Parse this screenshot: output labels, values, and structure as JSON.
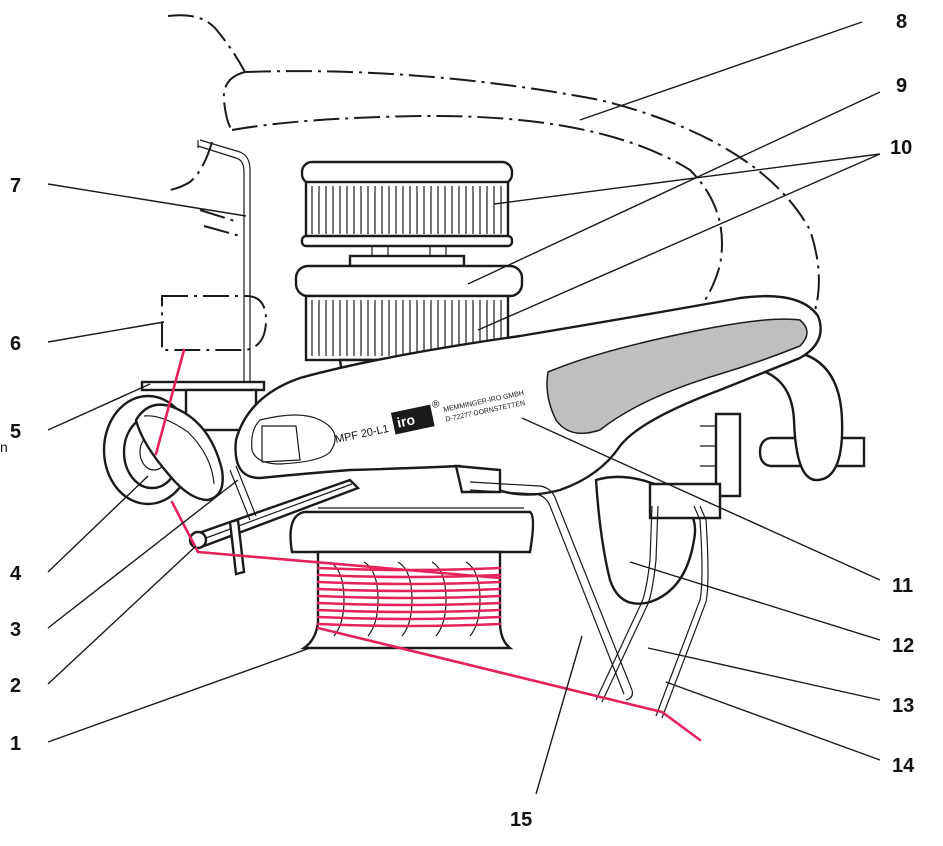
{
  "colors": {
    "line": "#1a1a1a",
    "yarn": "#e5235a",
    "background": "#ffffff"
  },
  "device": {
    "model": "MPF 20-L1",
    "logo": "iro",
    "registered": "®",
    "maker_line1": "MEMMINGER-IRO GMBH",
    "maker_line2": "D-72277 DORNSTETTEN"
  },
  "edge_fragment": "n",
  "callouts": [
    {
      "id": "1",
      "label": "1"
    },
    {
      "id": "2",
      "label": "2"
    },
    {
      "id": "3",
      "label": "3"
    },
    {
      "id": "4",
      "label": "4"
    },
    {
      "id": "5",
      "label": "5"
    },
    {
      "id": "6",
      "label": "6"
    },
    {
      "id": "7",
      "label": "7"
    },
    {
      "id": "8",
      "label": "8"
    },
    {
      "id": "9",
      "label": "9"
    },
    {
      "id": "10",
      "label": "10"
    },
    {
      "id": "11",
      "label": "11"
    },
    {
      "id": "12",
      "label": "12"
    },
    {
      "id": "13",
      "label": "13"
    },
    {
      "id": "14",
      "label": "14"
    },
    {
      "id": "15",
      "label": "15"
    }
  ]
}
